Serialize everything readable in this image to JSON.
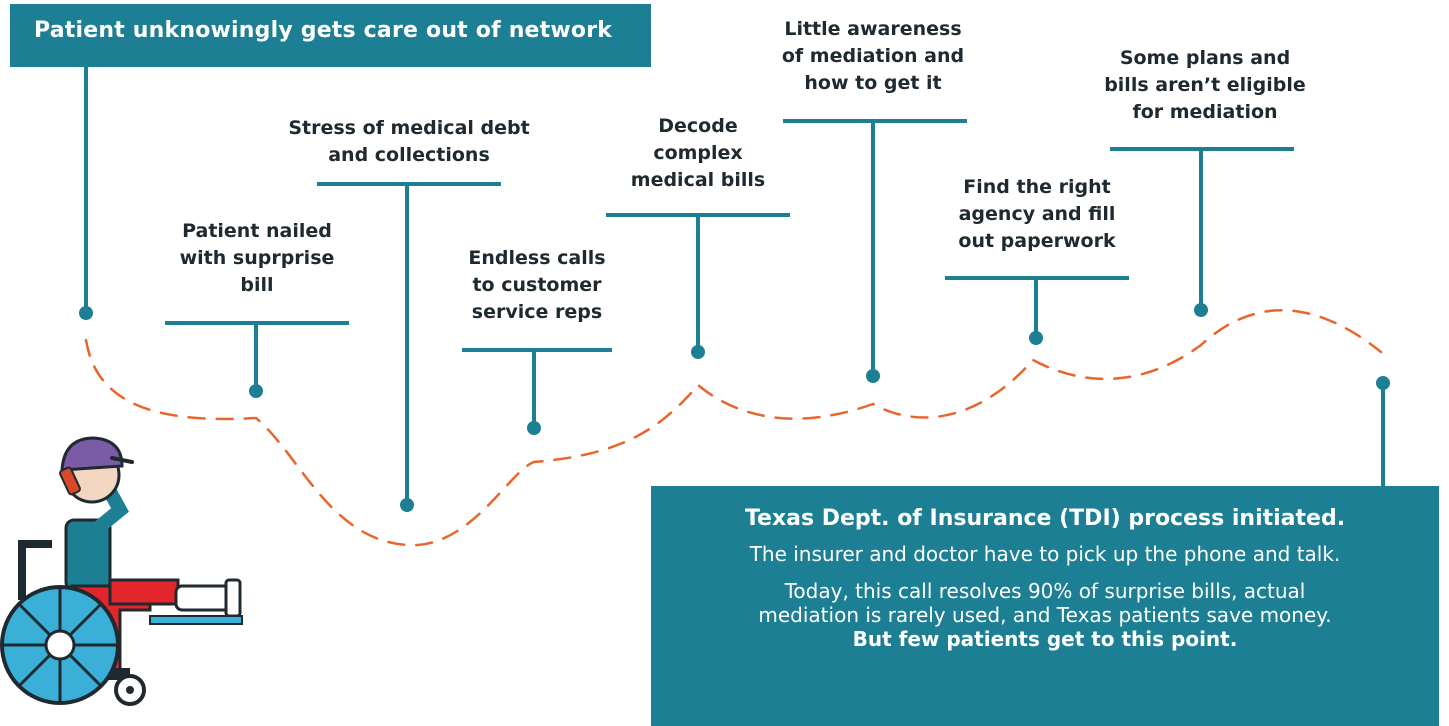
{
  "header": {
    "text": "Patient unknowingly gets care out of network"
  },
  "steps": [
    {
      "text": "Patient nailed\nwith suprprise\nbill"
    },
    {
      "text": "Stress of medical debt\nand collections"
    },
    {
      "text": "Endless calls\nto customer\nservice reps"
    },
    {
      "text": "Decode\ncomplex\nmedical bills"
    },
    {
      "text": "Little awareness\nof mediation and\nhow to get it"
    },
    {
      "text": "Find the right\nagency and fill\nout paperwork"
    },
    {
      "text": "Some plans and\nbills aren’t eligible\nfor mediation"
    }
  ],
  "outcome": {
    "title": "Texas Dept. of Insurance (TDI) process initiated.",
    "line1": "The insurer and doctor have to pick up the phone and talk.",
    "line2": "Today, this call resolves 90% of surprise bills, actual mediation is rarely used, and Texas patients save money.",
    "emphasis": "But few patients get to this point."
  },
  "colors": {
    "teal": "#1d7f93",
    "orange": "#e8652c",
    "text": "#1f2a30",
    "cap_purple": "#7b5aa6",
    "phone_red": "#d9482b",
    "wheel_blue": "#3ab0d8",
    "pants_red": "#e2262b"
  },
  "icons": {
    "patient": "wheelchair-patient-on-phone-icon"
  }
}
